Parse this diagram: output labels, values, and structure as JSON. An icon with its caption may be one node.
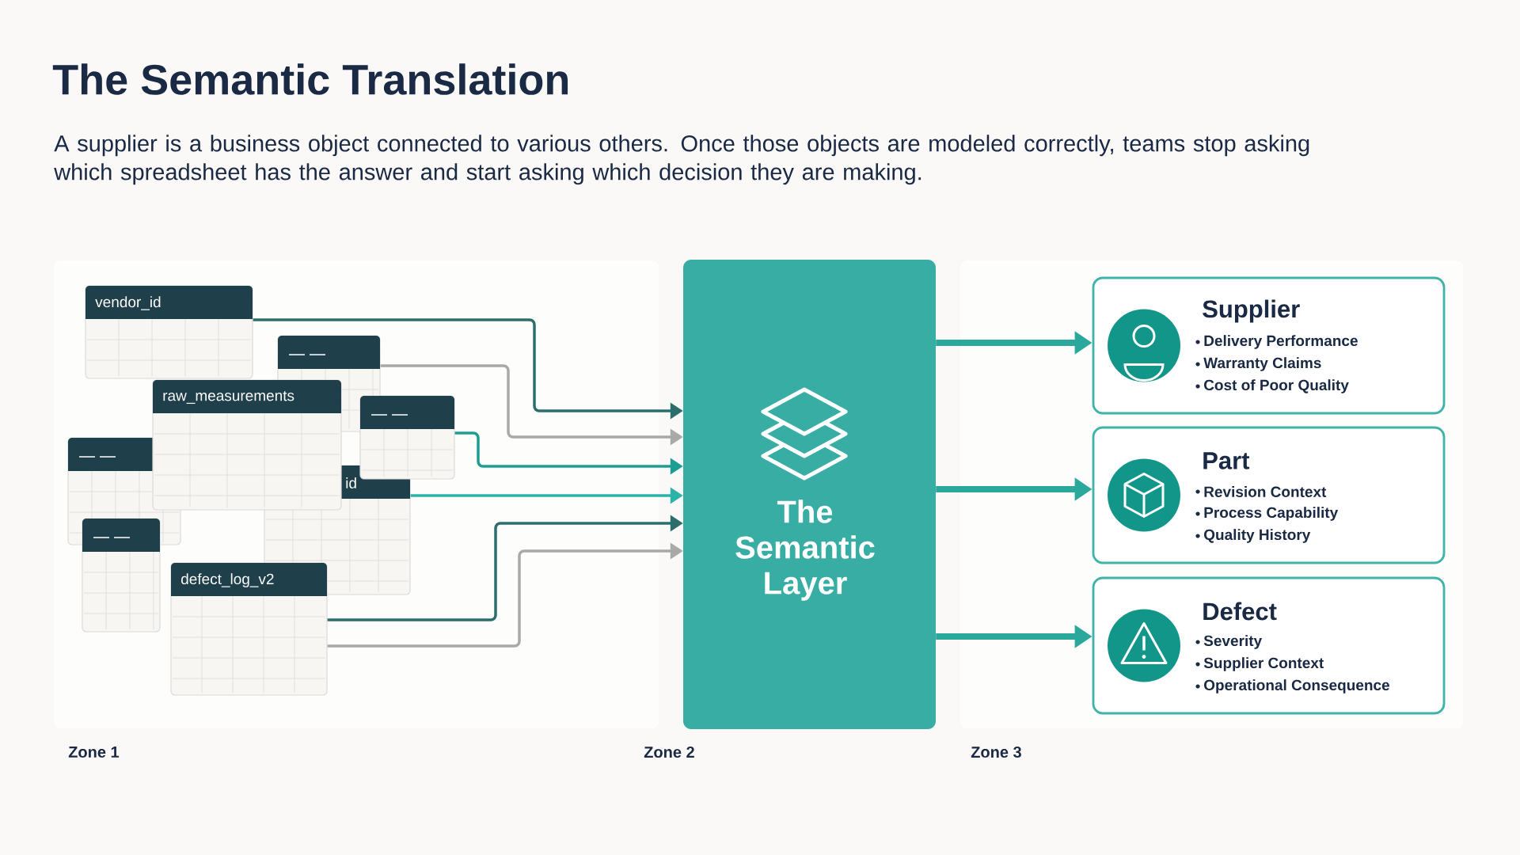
{
  "diagram": {
    "title": "The Semantic Translation",
    "caption": "A supplier is a business object connected to various others. Once those objects are modeled correctly, teams stop asking which spreadsheet has the answer and start asking which decision they are making.",
    "nodes": [
      {
        "text": [
          "vendor_id"
        ]
      },
      {
        "text": [],
        "shape": "table"
      },
      {
        "text": [
          "raw_measurements"
        ]
      },
      {
        "text": [],
        "shape": "table"
      },
      {
        "text": [],
        "shape": "table"
      },
      {
        "text": [
          "id"
        ]
      },
      {
        "text": [],
        "shape": "table"
      },
      {
        "text": [
          "defect_log_v2"
        ]
      },
      {
        "text": [
          "The Semantic Layer"
        ]
      },
      {
        "text": [
          "Supplier",
          "Delivery Performance",
          "Warranty Claims",
          "Cost of Poor Quality"
        ]
      },
      {
        "text": [
          "Part",
          "Revision Context",
          "Process Capability",
          "Quality History"
        ]
      },
      {
        "text": [
          "Defect",
          "Severity",
          "Supplier Context",
          "Operational Consequence"
        ]
      }
    ],
    "edges": [
      {
        "from": 0,
        "to": 8,
        "arrow": "to",
        "color": "#2b6e6c"
      },
      {
        "from": 1,
        "to": 8,
        "arrow": "to",
        "color": "#a9a9a9"
      },
      {
        "from": 3,
        "to": 8,
        "arrow": "to",
        "color": "#1d9e94"
      },
      {
        "from": 5,
        "to": 8,
        "arrow": "to",
        "color": "#2bb3a8"
      },
      {
        "from": 7,
        "to": 8,
        "arrow": "to",
        "color": "#2b6e6c"
      },
      {
        "from": 7,
        "to": 8,
        "arrow": "to",
        "color": "#a9a9a9"
      },
      {
        "from": 8,
        "to": 9,
        "arrow": "to",
        "style": "thick"
      },
      {
        "from": 8,
        "to": 10,
        "arrow": "to",
        "style": "thick"
      },
      {
        "from": 8,
        "to": 11,
        "arrow": "to",
        "style": "thick"
      }
    ],
    "labels": [
      "Zone 1",
      "Zone 2",
      "Zone 3"
    ]
  }
}
